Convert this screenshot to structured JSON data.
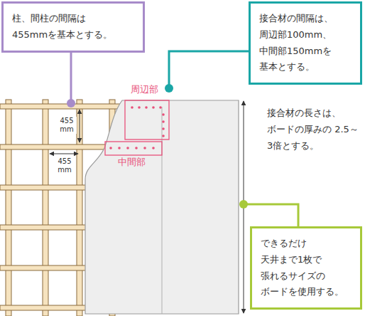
{
  "diagram": {
    "nodes": [
      {
        "text": [
          "柱、間柱の間隔は 455mmを基本とする。"
        ]
      },
      {
        "text": [
          "接合材の間隔は、 周辺部100mm、 中間部150mmを 基本とする。"
        ]
      },
      {
        "text": [
          "できるだけ 天井まで1枚で 張れるサイズの ボードを使用する。"
        ]
      }
    ],
    "labels": [
      "周辺部",
      "中間部",
      "455 mm",
      "455 mm",
      "接合材の長さは、 ボードの厚みの 2.5～3倍とする。"
    ]
  }
}
